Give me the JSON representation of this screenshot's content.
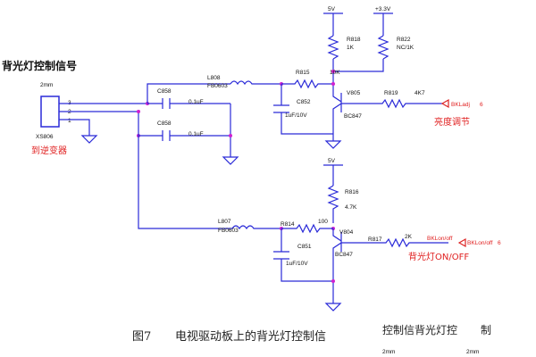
{
  "title": "背光灯控制信号",
  "connector": {
    "size": "2mm",
    "pins": [
      "3",
      "2",
      "1"
    ],
    "ref": "XS806",
    "note": "到逆变器"
  },
  "top": {
    "supply_5v": "5V",
    "supply_33v": "+3.3V",
    "r818_ref": "R818",
    "r818_val": "1K",
    "r822_ref": "R822",
    "r822_val": "NC/1K",
    "inductor_ref": "L808",
    "inductor_val": "FB0603",
    "r815_ref": "R815",
    "r815_val": "10K",
    "c852_ref": "C852",
    "c852_val": "1uF/10V",
    "transistor_ref": "V805",
    "transistor_type": "BC847",
    "r819_ref": "R819",
    "r819_val": "4K7",
    "signal_label": "BKLadj",
    "signal_pin": "6",
    "signal_note": "亮度调节"
  },
  "caps": {
    "c1_ref": "C858",
    "c1_val": "0.1uF",
    "c2_ref": "C858",
    "c2_val": "0.1uF"
  },
  "bottom": {
    "supply_5v": "5V",
    "r816_ref": "R816",
    "r816_val": "4.7K",
    "inductor_ref": "L807",
    "inductor_val": "FB0603",
    "r814_ref": "R814",
    "r814_val": "100",
    "c851_ref": "C851",
    "c851_val": "1uF/10V",
    "transistor_ref": "V804",
    "transistor_type": "BC847",
    "r817_ref": "R817",
    "r817_val": "2K",
    "signal_label": "BKLon/off",
    "signal_label2": "BKLon/off",
    "signal_pin": "6",
    "signal_note": "背光灯ON/OFF"
  },
  "caption": {
    "figure": "图7",
    "text": "电视驱动板上的背光灯控制信",
    "overlay": "控制信背光灯控",
    "overlay_tail": "制",
    "size_a": "2mm",
    "size_b": "2mm"
  }
}
